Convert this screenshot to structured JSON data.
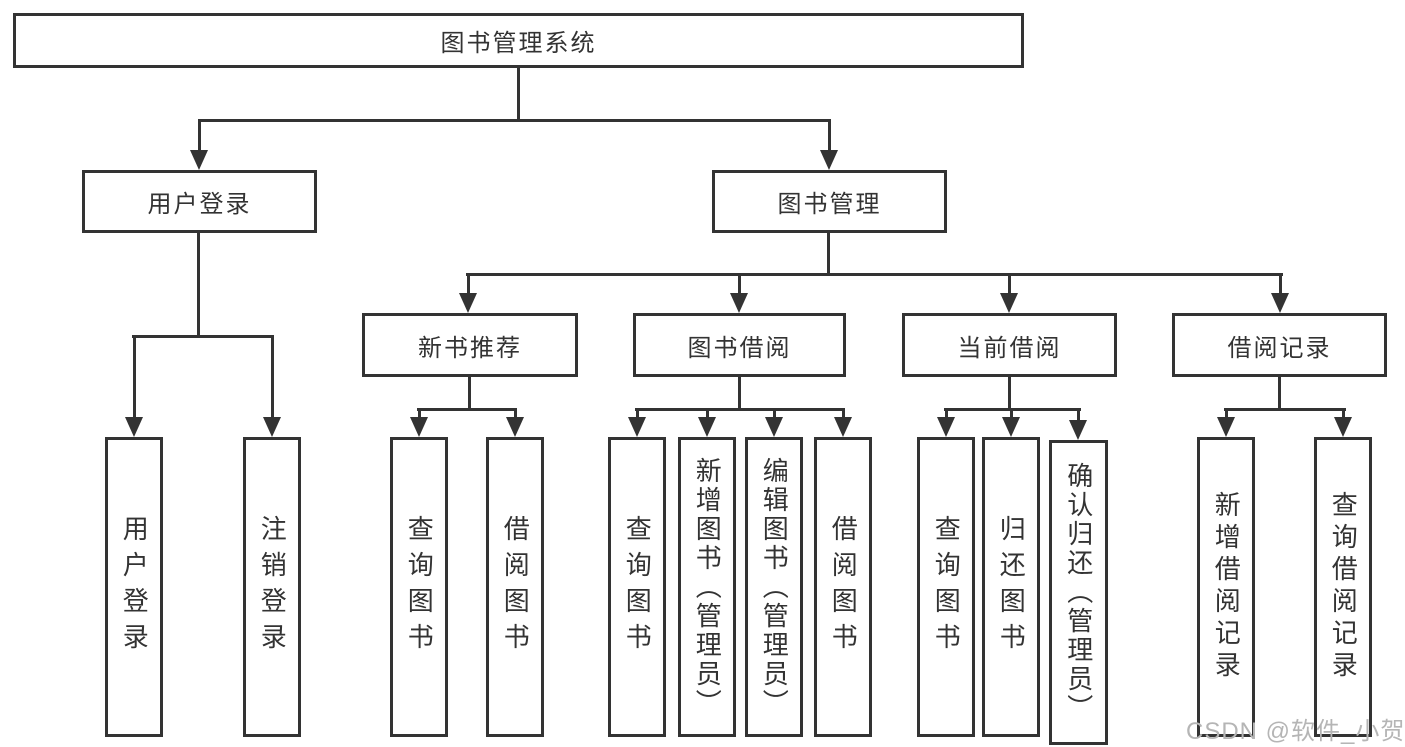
{
  "diagram": {
    "title": "图书管理系统",
    "type": "hierarchy-tree"
  },
  "root": {
    "label": "图书管理系统"
  },
  "level2": [
    {
      "label": "用户登录"
    },
    {
      "label": "图书管理"
    }
  ],
  "level3": [
    {
      "label": "新书推荐"
    },
    {
      "label": "图书借阅"
    },
    {
      "label": "当前借阅"
    },
    {
      "label": "借阅记录"
    }
  ],
  "leaves": {
    "user": [
      "用户登录",
      "注销登录"
    ],
    "recommend": [
      "查询图书",
      "借阅图书"
    ],
    "borrow": [
      "查询图书",
      "新增图书（管理员）",
      "编辑图书（管理员）",
      "借阅图书"
    ],
    "current": [
      "查询图书",
      "归还图书",
      "确认归还（管理员）"
    ],
    "records": [
      "新增借阅记录",
      "查询借阅记录"
    ]
  },
  "watermark": {
    "text": "CSDN @软件_小贺同学"
  },
  "colors": {
    "line": "#333333",
    "text": "#333333",
    "background": "#ffffff",
    "watermark": "#b5b5b5"
  }
}
